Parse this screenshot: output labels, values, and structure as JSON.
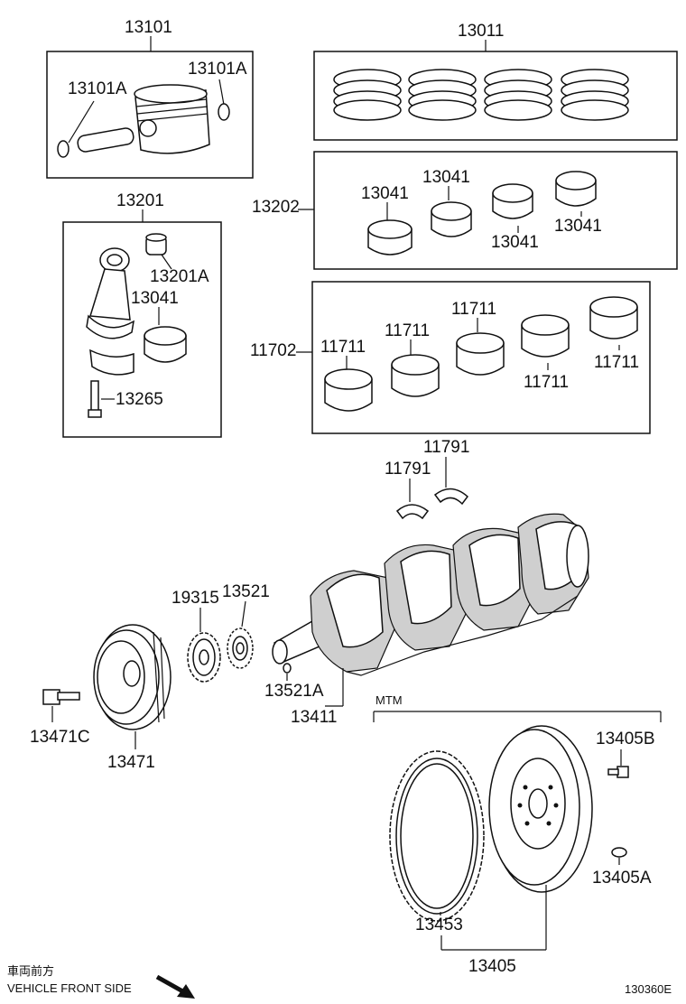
{
  "groups": {
    "piston_set": "13101",
    "ring_set": "13011",
    "rod_set": "13201",
    "rod_bearing_set": "13202",
    "main_bearing_set": "11702"
  },
  "parts": {
    "pin_clip_left": "13101A",
    "pin_clip_right": "13101A",
    "rod_bushing": "13201A",
    "rod_bearing_in_rod": "13041",
    "rod_bolt": "13265",
    "rod_bearing_1": "13041",
    "rod_bearing_2": "13041",
    "rod_bearing_3": "13041",
    "rod_bearing_4": "13041",
    "main_bearing_1": "11711",
    "main_bearing_2": "11711",
    "main_bearing_3": "11711",
    "main_bearing_4": "11711",
    "main_bearing_5": "11711",
    "thrust_washer_1": "11791",
    "thrust_washer_2": "11791",
    "timing_sprocket": "19315",
    "crank_sprocket": "13521",
    "crank_key": "13521A",
    "crankshaft": "13411",
    "pulley_bolt": "13471C",
    "crank_pulley": "13471",
    "flywheel_bolt": "13405B",
    "flywheel_washer": "13405A",
    "ring_gear": "13453",
    "flywheel": "13405"
  },
  "notes": {
    "mtm_label": "MTM",
    "front_side_jp": "車両前方",
    "front_side_en": "VEHICLE FRONT SIDE",
    "figure_id": "130360E"
  }
}
